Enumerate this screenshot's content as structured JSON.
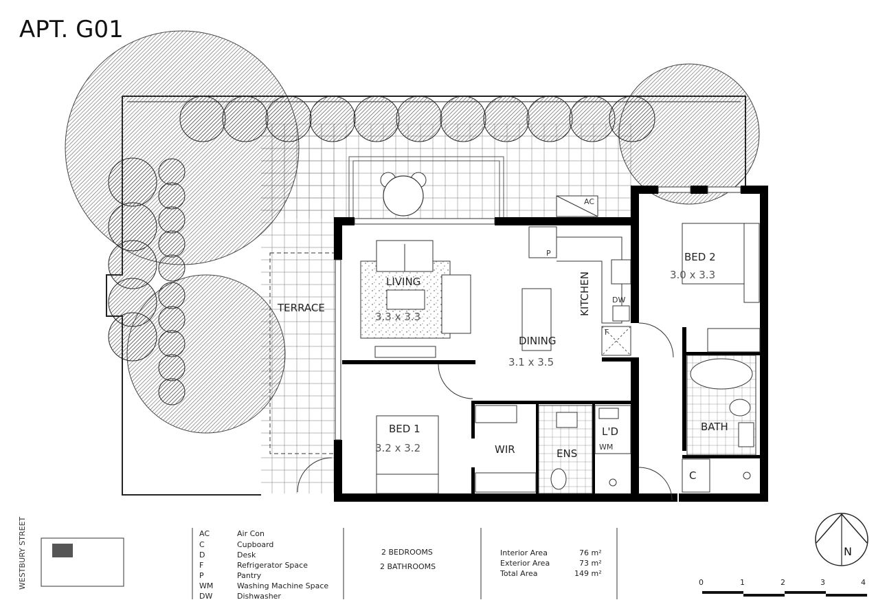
{
  "title": "APT. G01",
  "rooms": {
    "terrace": "TERRACE",
    "living": "LIVING",
    "living_dim": "3.3 x 3.3",
    "kitchen": "KITCHEN",
    "dining": "DINING",
    "dining_dim": "3.1 x 3.5",
    "bed2": "BED 2",
    "bed2_dim": "3.0 x 3.3",
    "bed1": "BED 1",
    "bed1_dim": "3.2 x 3.2",
    "wir": "WIR",
    "ens": "ENS",
    "bath": "BATH",
    "ld": "L'D",
    "wm": "WM",
    "cupboard": "C",
    "ac": "AC",
    "pantry": "P",
    "dw": "DW",
    "fridge": "F"
  },
  "street_label": "WESTBURY STREET",
  "legend": [
    {
      "code": "AC",
      "desc": "Air Con"
    },
    {
      "code": "C",
      "desc": "Cupboard"
    },
    {
      "code": "D",
      "desc": "Desk"
    },
    {
      "code": "F",
      "desc": "Refrigerator Space"
    },
    {
      "code": "P",
      "desc": "Pantry"
    },
    {
      "code": "WM",
      "desc": "Washing Machine Space"
    },
    {
      "code": "DW",
      "desc": "Dishwasher"
    }
  ],
  "summary": {
    "bedrooms": "2 BEDROOMS",
    "bathrooms": "2 BATHROOMS"
  },
  "areas": [
    {
      "label": "Interior Area",
      "value": "76 m²"
    },
    {
      "label": "Exterior Area",
      "value": "73 m²"
    },
    {
      "label": "Total Area",
      "value": "149 m²"
    }
  ],
  "north": "N",
  "scale": [
    "0",
    "1",
    "2",
    "3",
    "4"
  ]
}
